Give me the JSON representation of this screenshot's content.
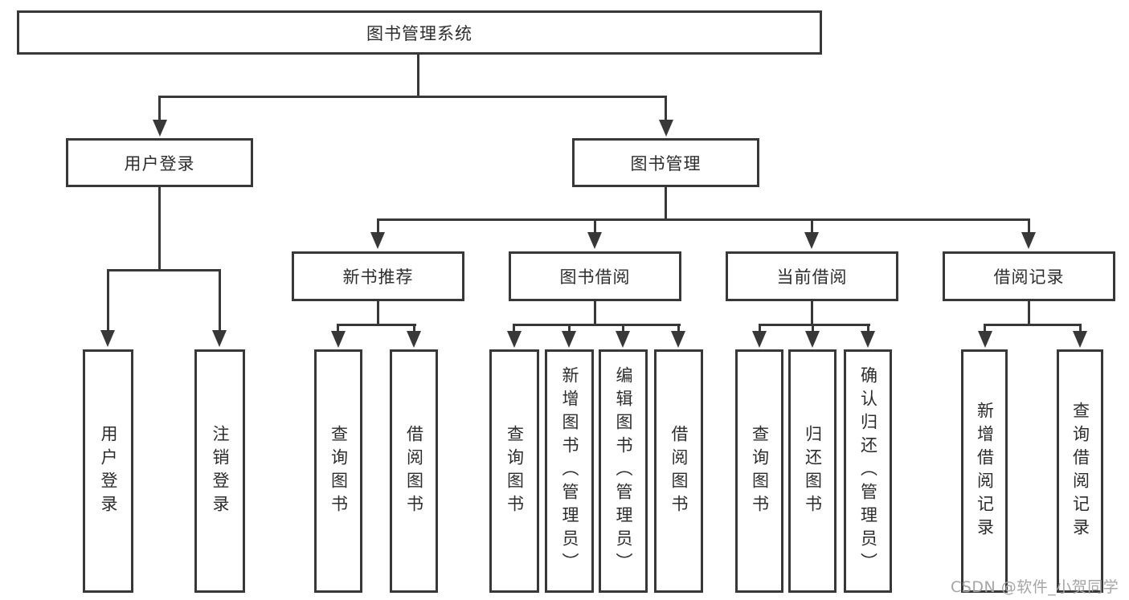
{
  "diagram": {
    "type": "hierarchy-tree",
    "root": "图书管理系统",
    "level2": {
      "user_login": "用户登录",
      "book_mgmt": "图书管理"
    },
    "level3": {
      "new_books": "新书推荐",
      "book_borrow": "图书借阅",
      "current_borrow": "当前借阅",
      "borrow_records": "借阅记录"
    },
    "leaves": {
      "user_login": [
        "用户登录",
        "注销登录"
      ],
      "new_books": [
        "查询图书",
        "借阅图书"
      ],
      "book_borrow": [
        "查询图书",
        "新增图书（管理员）",
        "编辑图书（管理员）",
        "借阅图书"
      ],
      "current_borrow": [
        "查询图书",
        "归还图书",
        "确认归还（管理员）"
      ],
      "borrow_records": [
        "新增借阅记录",
        "查询借阅记录"
      ]
    }
  },
  "watermark": "CSDN @软件_小贺同学",
  "colors": {
    "line": "#383838",
    "box_background": "#ffffff",
    "text": "#2d2d2d",
    "watermark": "#a5a5a5"
  }
}
